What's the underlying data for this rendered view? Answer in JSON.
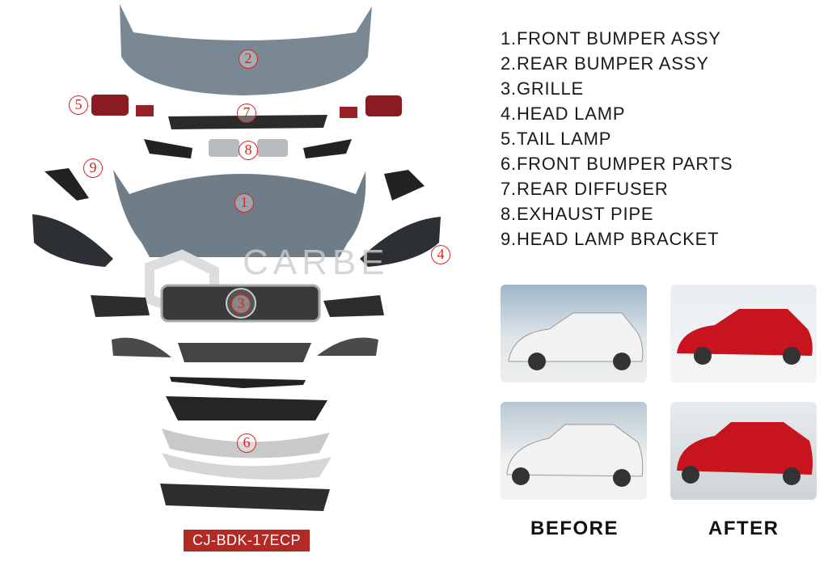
{
  "watermark": "CARBE",
  "product_code": "CJ-BDK-17ECP",
  "callouts": [
    "1",
    "2",
    "3",
    "4",
    "5",
    "6",
    "7",
    "8",
    "9"
  ],
  "parts_list": [
    "1.FRONT BUMPER ASSY",
    "2.REAR BUMPER ASSY",
    "3.GRILLE",
    "4.HEAD LAMP",
    "5.TAIL LAMP",
    "6.FRONT BUMPER PARTS",
    "7.REAR DIFFUSER",
    "8.EXHAUST PIPE",
    "9.HEAD LAMP BRACKET"
  ],
  "comparison": {
    "before_label": "BEFORE",
    "after_label": "AFTER",
    "before_color": "#f2f2f2",
    "after_color": "#c8141e"
  },
  "colors": {
    "bumper": "#6f7d88",
    "callout": "#dd2222",
    "code_bg": "#b22a26"
  }
}
